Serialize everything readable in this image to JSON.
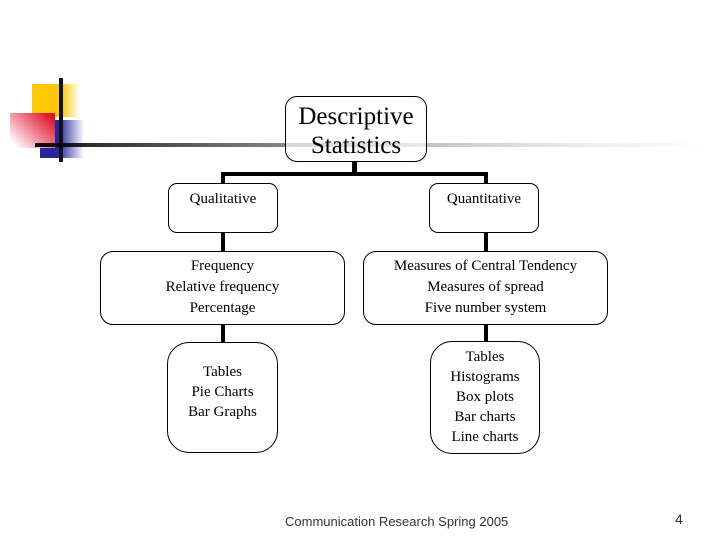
{
  "diagram": {
    "root": {
      "lines": [
        "Descriptive",
        "Statistics"
      ]
    },
    "level1": [
      {
        "label": "Qualitative"
      },
      {
        "label": "Quantitative"
      }
    ],
    "level2": [
      {
        "lines": [
          "Frequency",
          "Relative frequency",
          "Percentage"
        ]
      },
      {
        "lines": [
          "Measures of Central Tendency",
          "Measures of spread",
          "Five number system"
        ]
      }
    ],
    "level3": [
      {
        "lines": [
          "Tables",
          "Pie Charts",
          "Bar Graphs"
        ]
      },
      {
        "lines": [
          "Tables",
          "Histograms",
          "Box plots",
          "Bar charts",
          "Line charts"
        ]
      }
    ]
  },
  "footer": {
    "text": "Communication Research Spring 2005",
    "page_number": "4"
  },
  "colors": {
    "accent_yellow": "#ffc800",
    "accent_red": "#e01430",
    "accent_blue": "#28289e",
    "connector": "#000000"
  }
}
